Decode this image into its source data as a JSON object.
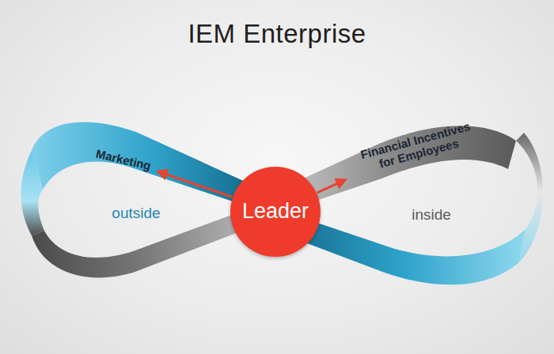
{
  "diagram": {
    "title": "IEM Enterprise",
    "nodes": [
      {
        "text": [
          "Marketing"
        ]
      },
      {
        "text": [
          "Financial Incentives for Employees"
        ]
      },
      {
        "text": [
          "Leader"
        ]
      }
    ],
    "edges": [
      {
        "from": 2,
        "to": 0,
        "arrow": "to"
      },
      {
        "from": 2,
        "to": 1,
        "arrow": "to"
      }
    ],
    "labels": [
      "outside",
      "inside"
    ]
  }
}
